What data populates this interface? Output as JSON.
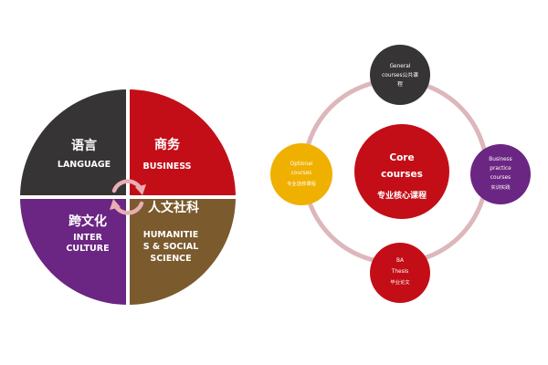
{
  "quadrant_wheel": {
    "language": {
      "zh": "语言",
      "en": "LANGUAGE",
      "color": "#373435"
    },
    "business": {
      "zh": "商务",
      "en": "BUSINESS",
      "color": "#c30e17"
    },
    "inter_culture": {
      "zh": "跨文化",
      "en_line1": "INTER",
      "en_line2": "CULTURE",
      "color": "#6b2582"
    },
    "humanities": {
      "zh": "人文社科",
      "en_line1": "HUMANITIE",
      "en_line2": "S & SOCIAL",
      "en_line3": "SCIENCE",
      "color": "#7b5a2e"
    },
    "cycle_arrow_color": "#e8aeb4"
  },
  "course_cycle": {
    "ring_color": "#ddb7bb",
    "core": {
      "en_line1": "Core",
      "en_line2": "courses",
      "zh": "专业核心课程",
      "color": "#c30e17"
    },
    "general": {
      "en_line1": "General",
      "en_line2": "courses公共课",
      "en_line3": "程",
      "color": "#373435"
    },
    "optional": {
      "en_line1": "Optional",
      "en_line2": "courses",
      "zh": "专业选修课程",
      "color": "#f0b000"
    },
    "business_practice": {
      "en_line1": "Business",
      "en_line2": "practice",
      "en_line3": "courses",
      "zh": "实训实践",
      "color": "#6b2582"
    },
    "ba_thesis": {
      "en_line1": "BA",
      "en_line2": "Thesis",
      "zh": "毕业论文",
      "color": "#c30e17"
    }
  }
}
